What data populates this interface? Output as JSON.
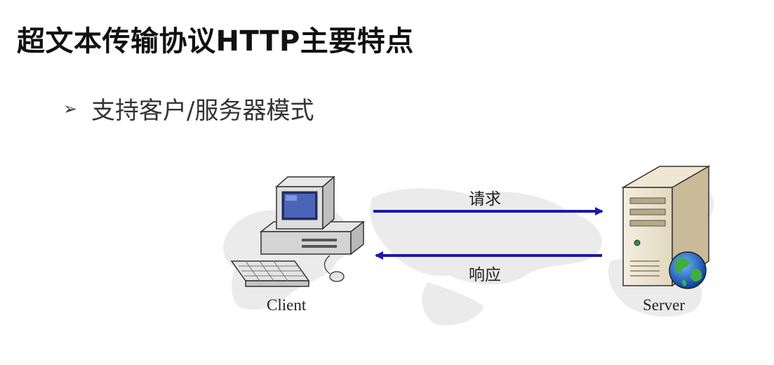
{
  "title": "超文本传输协议HTTP主要特点",
  "bullet": {
    "glyph": "➢",
    "text": "支持客户/服务器模式"
  },
  "diagram": {
    "request_label": "请求",
    "response_label": "响应",
    "client_label": "Client",
    "server_label": "Server",
    "arrow_color": "#1a1aa8"
  }
}
